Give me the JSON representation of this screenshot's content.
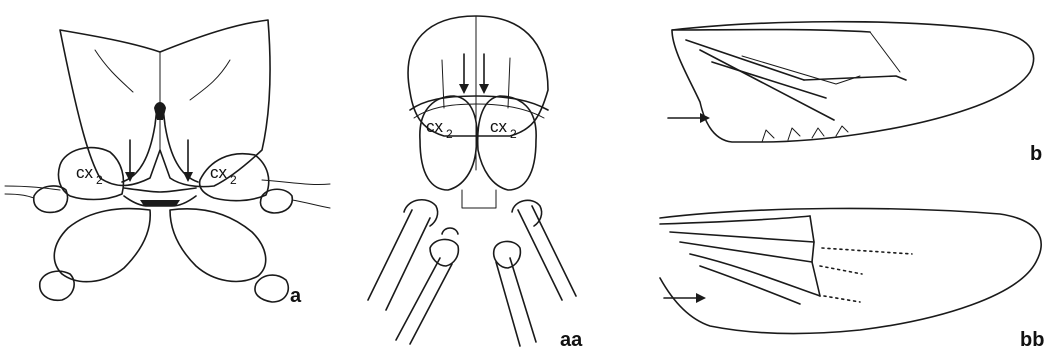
{
  "panels": {
    "a": {
      "label": "a",
      "coxa_label": "cx",
      "coxa_sub": "2"
    },
    "aa": {
      "label": "aa",
      "coxa_label": "cx",
      "coxa_sub": "2"
    },
    "b": {
      "label": "b"
    },
    "bb": {
      "label": "bb"
    }
  },
  "colors": {
    "ink": "#1a1a1a",
    "background": "#ffffff"
  }
}
